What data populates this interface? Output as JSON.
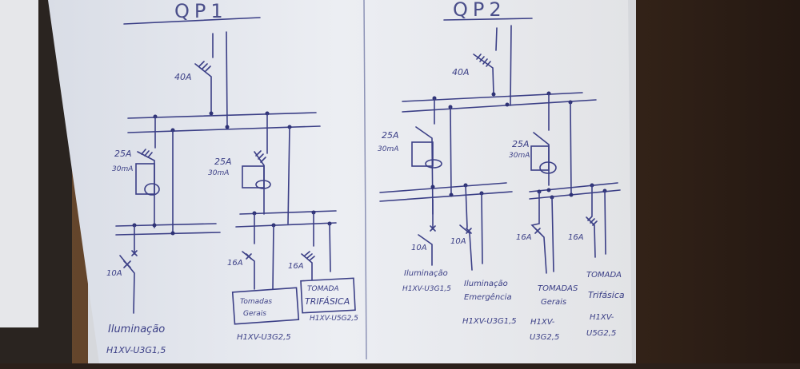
{
  "qp1": {
    "title": "QP1",
    "main_breaker": "40A",
    "rcd_left": {
      "rating": "25A",
      "sensitivity": "30mA"
    },
    "rcd_right": {
      "rating": "25A",
      "sensitivity": "30mA"
    },
    "circuits": [
      {
        "breaker": "10A",
        "name": "Iluminação",
        "cable": "H1XV-U3G1,5"
      },
      {
        "breaker": "16A",
        "name_line1": "Tomadas",
        "name_line2": "Gerais",
        "cable": "H1XV-U3G2,5"
      },
      {
        "breaker": "16A",
        "name_line1": "TOMADA",
        "name_line2": "TRIFÁSICA",
        "cable": "H1XV-U5G2,5"
      }
    ]
  },
  "qp2": {
    "title": "QP2",
    "main_breaker": "40A",
    "rcd_left": {
      "rating": "25A",
      "sensitivity": "30mA"
    },
    "rcd_right": {
      "rating": "25A",
      "sensitivity": "30mA"
    },
    "circuits": [
      {
        "breaker": "10A",
        "name": "Iluminação",
        "cable": "H1XV-U3G1,5"
      },
      {
        "breaker": "10A",
        "name_line1": "Iluminação",
        "name_line2": "Emergência",
        "cable": "H1XV-U3G1,5"
      },
      {
        "breaker": "16A",
        "name_line1": "TOMADAS",
        "name_line2": "Gerais",
        "cable_line1": "H1XV-",
        "cable_line2": "U3G2,5"
      },
      {
        "breaker": "16A",
        "name_line1": "TOMADA",
        "name_line2": "Trifásica",
        "cable_line1": "H1XV-",
        "cable_line2": "U5G2,5"
      }
    ]
  }
}
